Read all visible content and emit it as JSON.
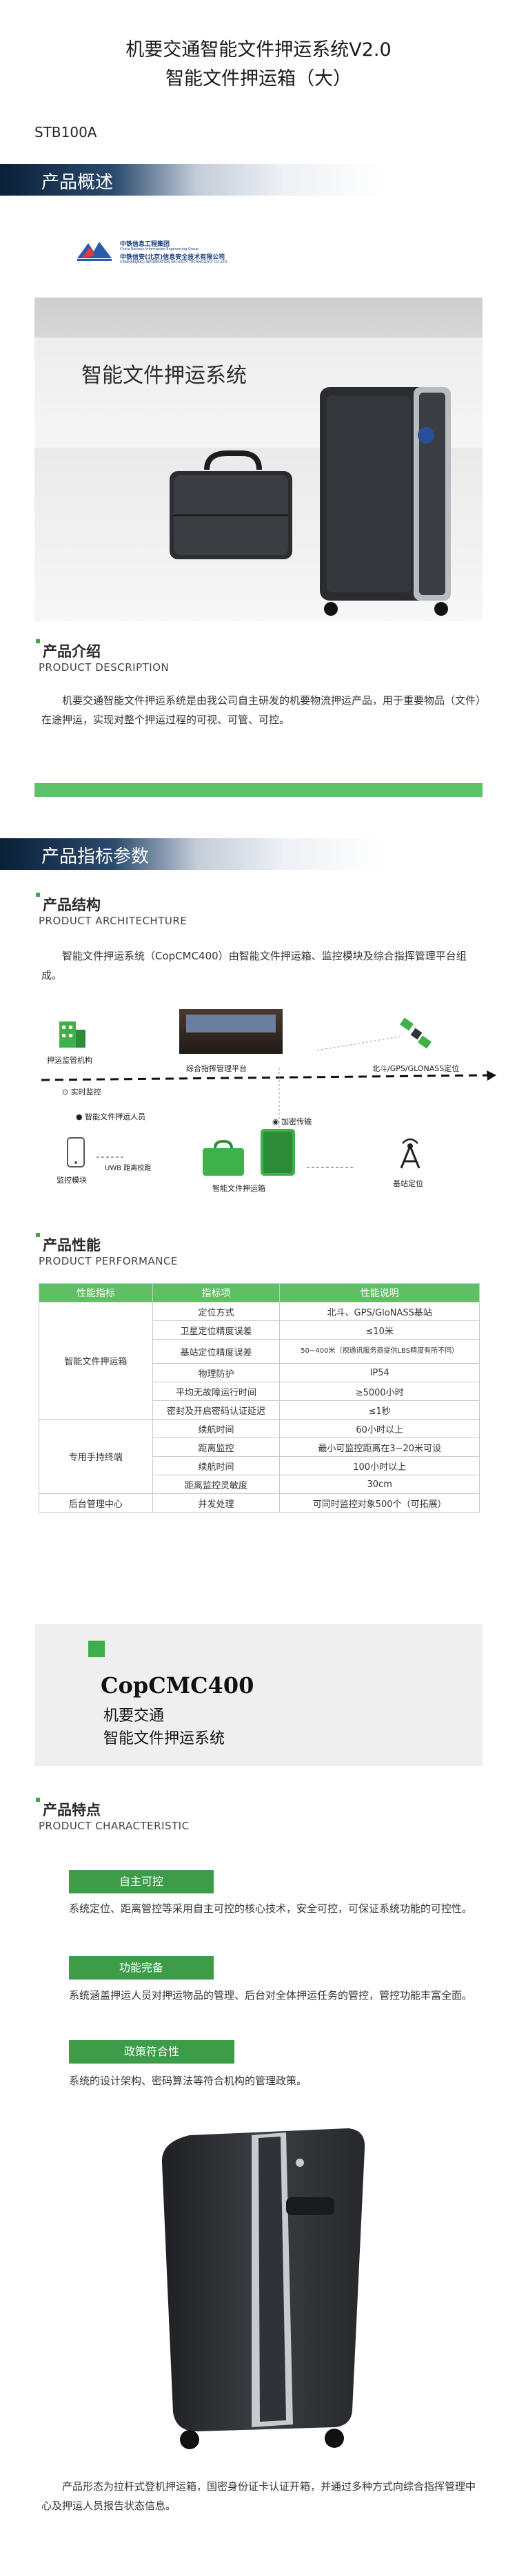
{
  "header": {
    "title_line1": "机要交通智能文件押运系统V2.0",
    "title_line2": "智能文件押运箱（大）",
    "model": "STB100A"
  },
  "overview": {
    "section_label": "产品概述",
    "logo": {
      "company_cn": "中铁信息工程集团",
      "company_en": "China Railway Information Engineering Group",
      "sub_cn": "中铁信安(北京)信息安全技术有限公司",
      "sub_en": "CRSE(BEIJING) INFORMATION SECURITY TECHNOLOGY CO.,LTD"
    },
    "banner_text": "智能文件押运系统",
    "intro_cn": "产品介绍",
    "intro_en": "PRODUCT DESCRIPTION",
    "intro_text": "机要交通智能文件押运系统是由我公司自主研发的机要物流押运产品，用于重要物品（文件）在途押运，实现对整个押运过程的可视、可管、可控。"
  },
  "specs": {
    "section_label": "产品指标参数",
    "arch_cn": "产品结构",
    "arch_en": "PRODUCT ARCHITECHTURE",
    "arch_text": "智能文件押运系统（CopCMC400）由智能文件押运箱、监控模块及综合指挥管理平台组成。",
    "diagram": {
      "escort_org": "押运监管机构",
      "realtime": "实时监控",
      "escort_person": "智能文件押运人员",
      "monitor_module": "监控模块",
      "uwb": "UWB 距离校距",
      "platform": "综合指挥管理平台",
      "encrypted": "加密传输",
      "smart_box": "智能文件押运箱",
      "satellite": "北斗/GPS/GLONASS定位",
      "base_station": "基站定位"
    },
    "perf_cn": "产品性能",
    "perf_en": "PRODUCT PERFORMANCE",
    "table": {
      "headers": [
        "性能指标",
        "指标项",
        "性能说明"
      ],
      "groups": [
        {
          "name": "智能文件押运箱",
          "rows": [
            [
              "定位方式",
              "北斗、GPS/GloNASS基站"
            ],
            [
              "卫星定位精度误差",
              "≤10米"
            ],
            [
              "基站定位精度误差",
              "50~400米（视通讯服务商提供LBS精度有所不同）"
            ],
            [
              "物理防护",
              "IP54"
            ],
            [
              "平均无故障运行时间",
              "≥5000小时"
            ],
            [
              "密封及开启密码认证延迟",
              "≤1秒"
            ]
          ]
        },
        {
          "name": "专用手持终端",
          "rows": [
            [
              "续航时间",
              "60小时以上"
            ],
            [
              "距离监控",
              "最小可监控距离在3~20米可设"
            ],
            [
              "续航时间",
              "100小时以上"
            ],
            [
              "距离监控灵敏度",
              "30cm"
            ]
          ]
        },
        {
          "name": "后台管理中心",
          "rows": [
            [
              "并发处理",
              "可同时监控对象500个（可拓展）"
            ]
          ]
        }
      ]
    }
  },
  "card": {
    "code": "CopCMC400",
    "line1": "机要交通",
    "line2": "智能文件押运系统"
  },
  "features": {
    "cn": "产品特点",
    "en": "PRODUCT CHARACTERISTIC",
    "items": [
      {
        "tag": "自主可控",
        "text": "系统定位、距离管控等采用自主可控的核心技术，安全可控，可保证系统功能的可控性。"
      },
      {
        "tag": "功能完备",
        "text": "系统涵盖押运人员对押运物品的管理、后台对全体押运任务的管控，管控功能丰富全面。"
      },
      {
        "tag": "政策符合性",
        "text": "系统的设计架构、密码算法等符合机构的管理政策。"
      }
    ],
    "bottom_text": "产品形态为拉杆式登机押运箱，国密身份证卡认证开箱，并通过多种方式向综合指挥管理中心及押运人员报告状态信息。"
  },
  "colors": {
    "green": "#3c9c47",
    "green_light": "#5fc26a",
    "navy": "#0a2038"
  }
}
